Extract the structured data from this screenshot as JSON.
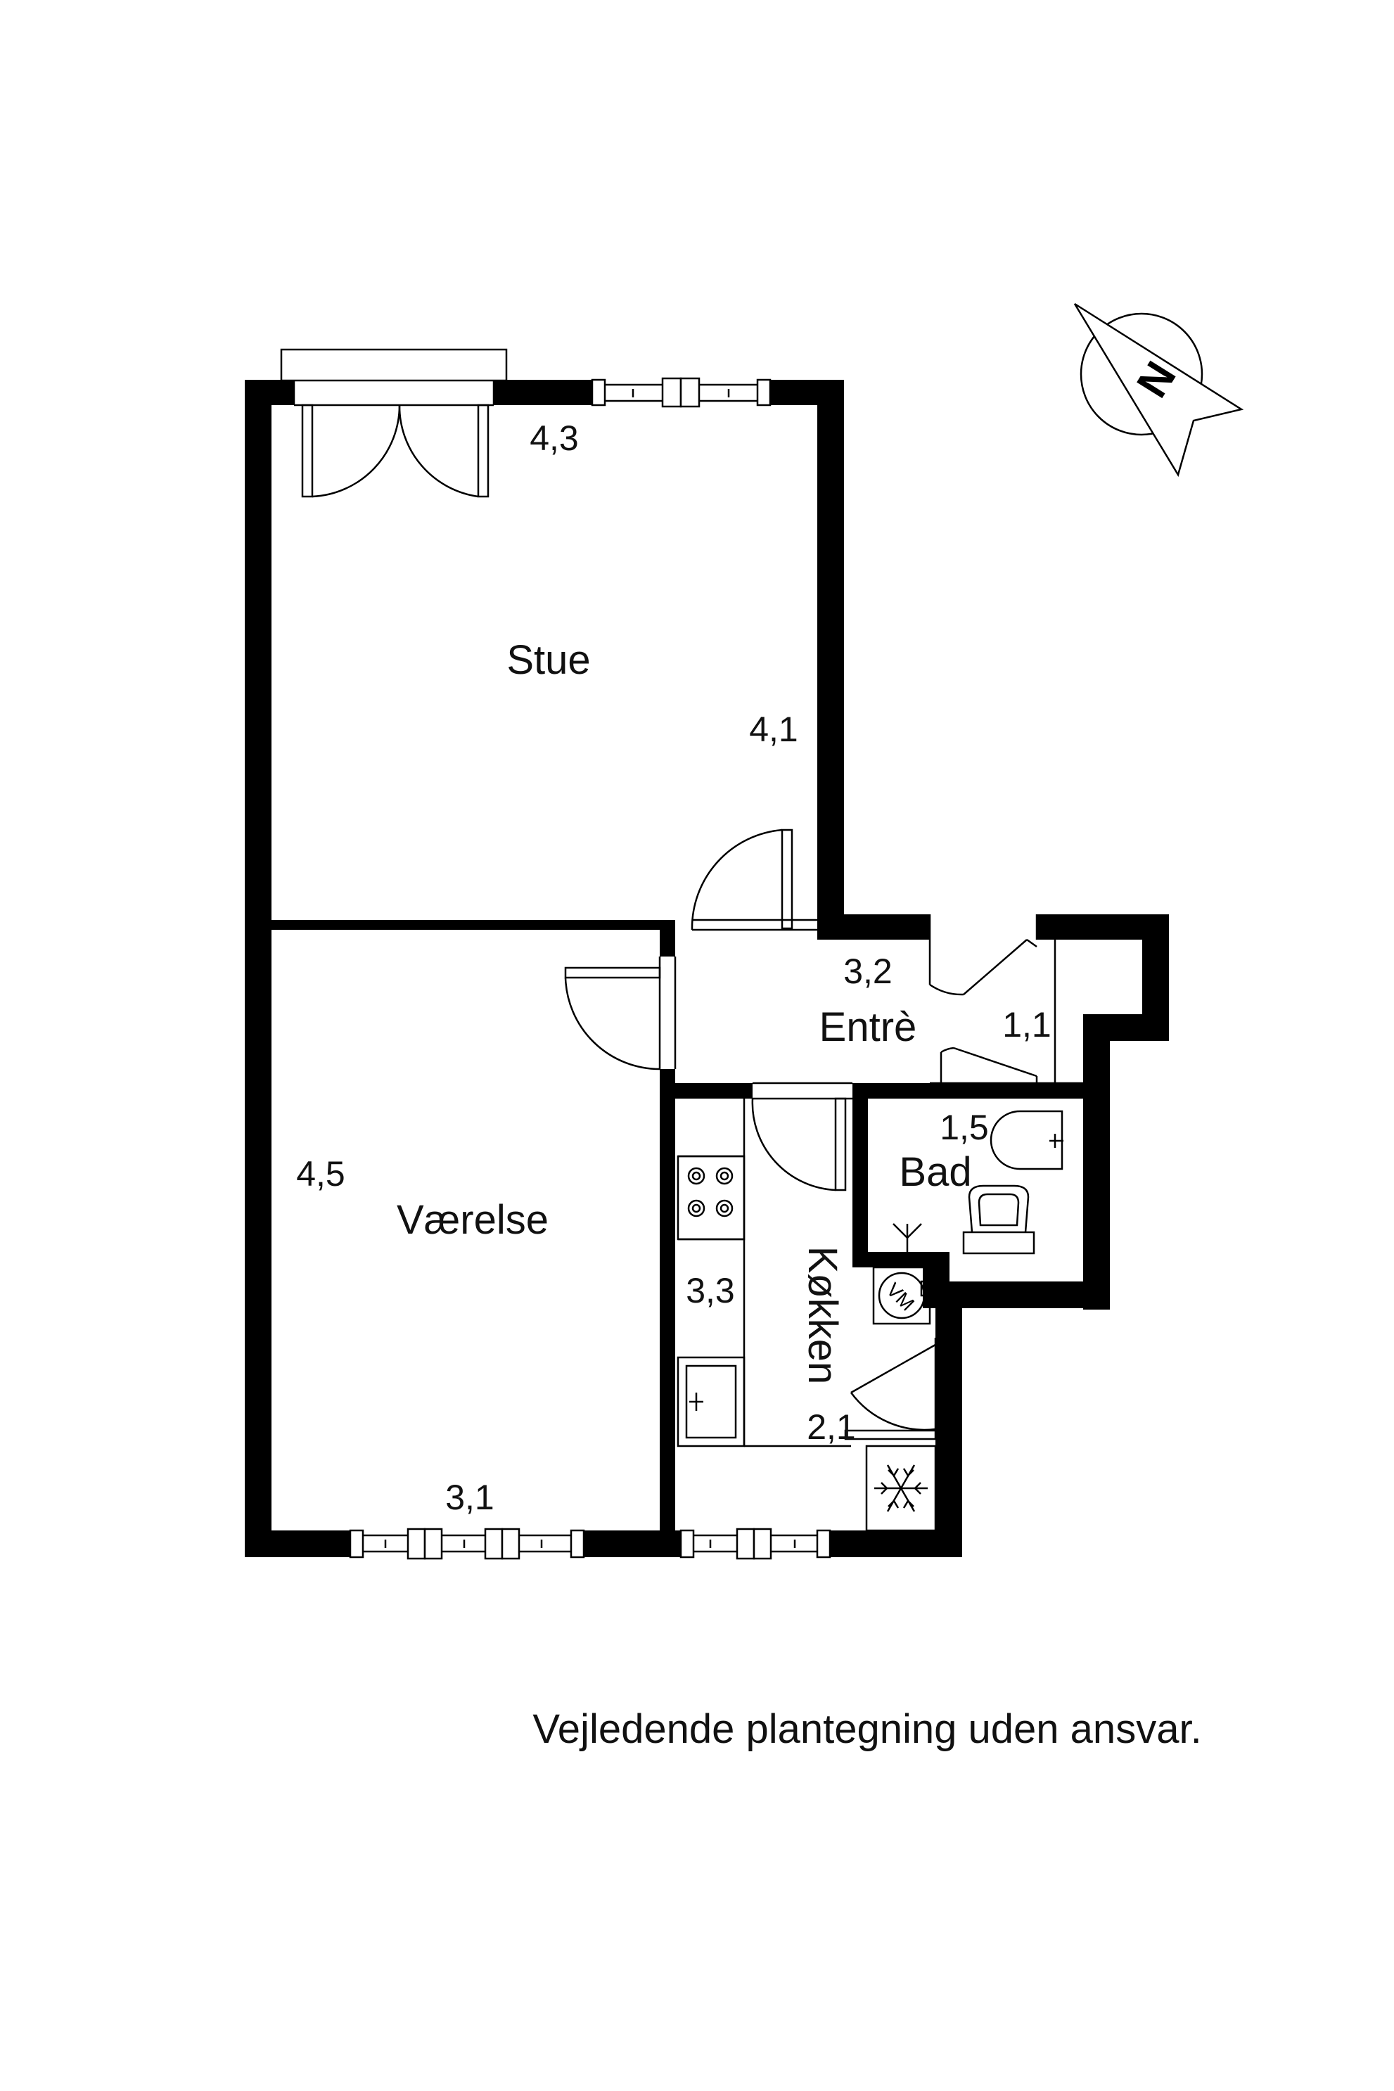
{
  "rooms": {
    "stue": {
      "name": "Stue",
      "dim_width": "4,3",
      "dim_depth": "4,1"
    },
    "vaerelse": {
      "name": "Værelse",
      "dim_width": "3,1",
      "dim_depth": "4,5"
    },
    "entre": {
      "name": "Entrè",
      "dim": "3,2"
    },
    "closet": {
      "dim": "1,1"
    },
    "bad": {
      "name": "Bad",
      "dim": "1,5"
    },
    "kokken": {
      "name": "Køkken",
      "dim_depth": "3,3",
      "dim_width": "2,1"
    }
  },
  "appliances": {
    "washer_label": "VM"
  },
  "compass": {
    "letter": "N"
  },
  "footer_note": "Vejledende plantegning uden ansvar."
}
